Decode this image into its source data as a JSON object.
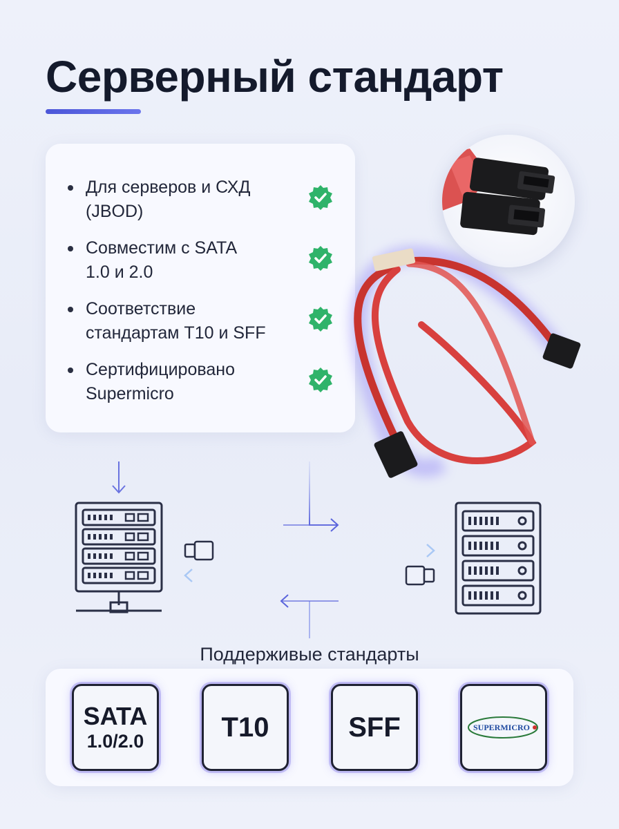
{
  "title": "Серверный стандарт",
  "features": [
    {
      "line1": "Для серверов и СХД",
      "line2": "(JBOD)"
    },
    {
      "line1": "Совместим с SATA",
      "line2": "1.0 и 2.0"
    },
    {
      "line1": "Соответствие",
      "line2": "стандартам T10 и SFF"
    },
    {
      "line1": "Сертифицировано",
      "line2": "Supermicro"
    }
  ],
  "standards_label": "Поддерживые стандарты",
  "standards": [
    {
      "line1": "SATA",
      "line2": "1.0/2.0"
    },
    {
      "label": "T10"
    },
    {
      "label": "SFF"
    },
    {
      "logo_text": "SUPERMICRO"
    }
  ],
  "colors": {
    "accent": "#4b56d8",
    "check": "#2fb36a",
    "cable": "#d8403e",
    "line": "#6a73e0"
  },
  "icons": [
    "check-badge-icon",
    "server-rack-icon",
    "sata-plug-icon",
    "arrow-icon"
  ]
}
